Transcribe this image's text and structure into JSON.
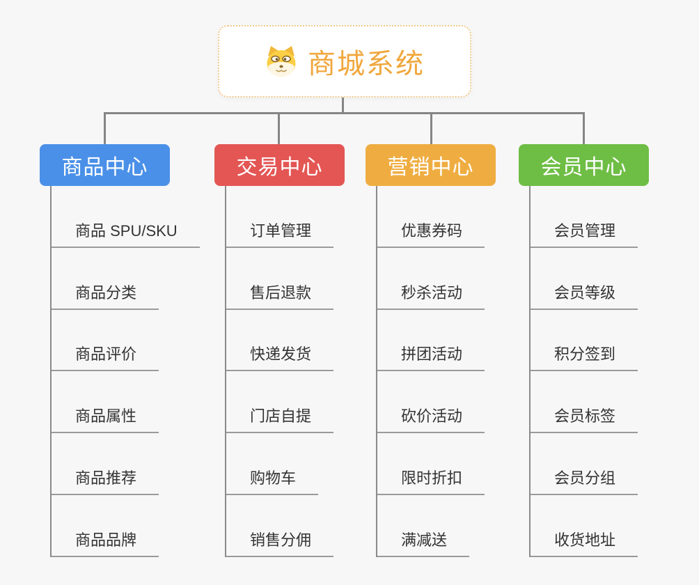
{
  "page": {
    "background_color": "#f7f7f7",
    "connector_color": "#858585",
    "child_underline_color": "#9a9a9a",
    "child_text_color": "#333333"
  },
  "root": {
    "title": "商城系统",
    "icon": "dog-face-icon",
    "text_color": "#f0a73d",
    "border_color": "#f3c88c",
    "background_color": "#ffffff"
  },
  "branches": [
    {
      "label": "商品中心",
      "color": "#4a90e8",
      "children": [
        "商品 SPU/SKU",
        "商品分类",
        "商品评价",
        "商品属性",
        "商品推荐",
        "商品品牌"
      ]
    },
    {
      "label": "交易中心",
      "color": "#e35654",
      "children": [
        "订单管理",
        "售后退款",
        "快递发货",
        "门店自提",
        "购物车",
        "销售分佣"
      ]
    },
    {
      "label": "营销中心",
      "color": "#efad41",
      "children": [
        "优惠券码",
        "秒杀活动",
        "拼团活动",
        "砍价活动",
        "限时折扣",
        "满减送"
      ]
    },
    {
      "label": "会员中心",
      "color": "#6ebe45",
      "children": [
        "会员管理",
        "会员等级",
        "积分签到",
        "会员标签",
        "会员分组",
        "收货地址"
      ]
    }
  ]
}
